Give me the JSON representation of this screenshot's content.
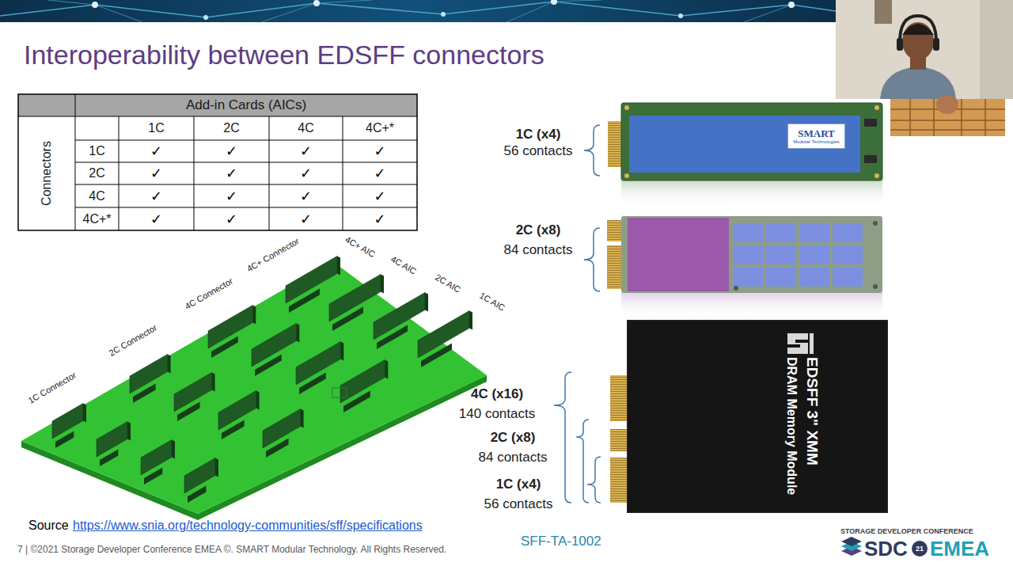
{
  "diagram": {
    "title": "Interoperability between EDSFF connectors",
    "nodes": [
      {
        "text": [
          "SMART",
          "Modular Technologies"
        ]
      },
      {
        "text": [
          "EDSFF 3\" XMM",
          "DRAM Memory Module"
        ]
      }
    ],
    "labels": [
      "Add-in Cards (AICs)",
      "Connectors",
      "1C",
      "2C",
      "4C",
      "4C+*",
      "1C",
      "2C",
      "4C",
      "4C+*",
      "✓",
      "✓",
      "✓",
      "✓",
      "✓",
      "✓",
      "✓",
      "✓",
      "✓",
      "✓",
      "✓",
      "✓",
      "✓",
      "✓",
      "✓",
      "✓",
      "1C Connector",
      "2C Connector",
      "4C Connector",
      "4C+ Connector",
      "4C+ AIC",
      "4C AIC",
      "2C AIC",
      "1C AIC",
      "1C (x4)",
      "56 contacts",
      "2C (x8)",
      "84 contacts",
      "4C (x16)",
      "140 contacts",
      "2C (x8)",
      "84 contacts",
      "1C (x4)",
      "56 contacts",
      "Source",
      "https://www.snia.org/technology-communities/sff/specifications",
      "7 | ©2021 Storage Developer Conference EMEA ©. SMART Modular Technology. All Rights Reserved.",
      "SFF-TA-1002",
      "STORAGE DEVELOPER CONFERENCE",
      "SDC",
      "21",
      "EMEA"
    ]
  }
}
